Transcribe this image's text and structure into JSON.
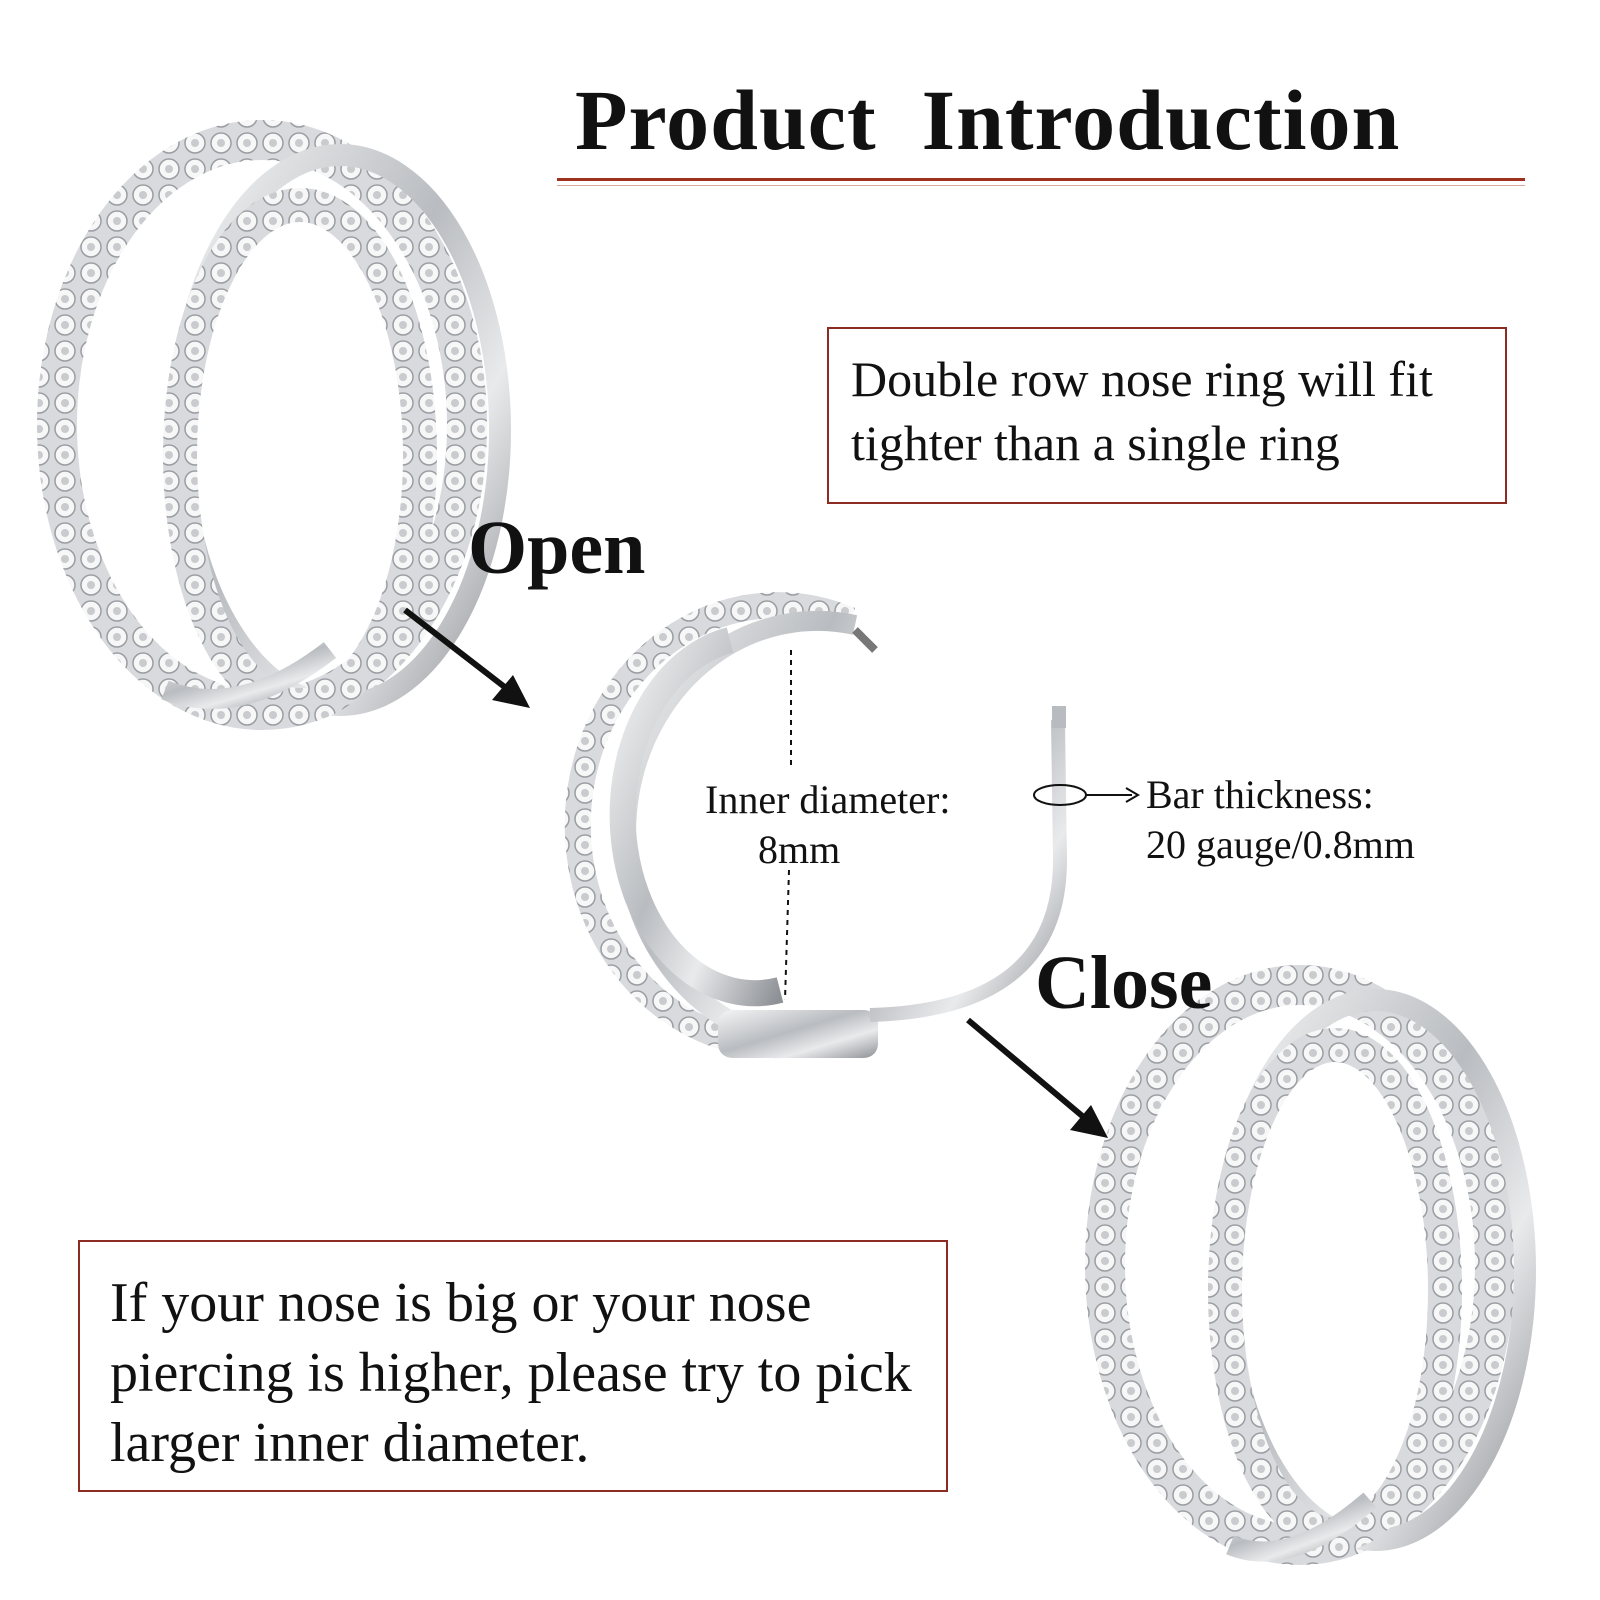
{
  "title": "Product  Introduction",
  "callouts": {
    "top_note": "Double row nose ring will fit tighter than a  single ring",
    "bottom_note": "If your nose is big or your nose piercing is higher, please try to pick larger inner diameter."
  },
  "steps": {
    "open": "Open",
    "close": "Close"
  },
  "dimensions": {
    "inner_diameter_label": "Inner diameter:",
    "inner_diameter_value": "8mm",
    "bar_thickness_label": "Bar thickness:",
    "bar_thickness_value": "20 gauge/0.8mm"
  },
  "colors": {
    "accent_border": "#8b2b22",
    "title_rule": "#a0301e",
    "metal": "#c7c9cc"
  },
  "images": [
    "closed-ring-photo",
    "open-ring-photo",
    "closed-ring-photo"
  ]
}
